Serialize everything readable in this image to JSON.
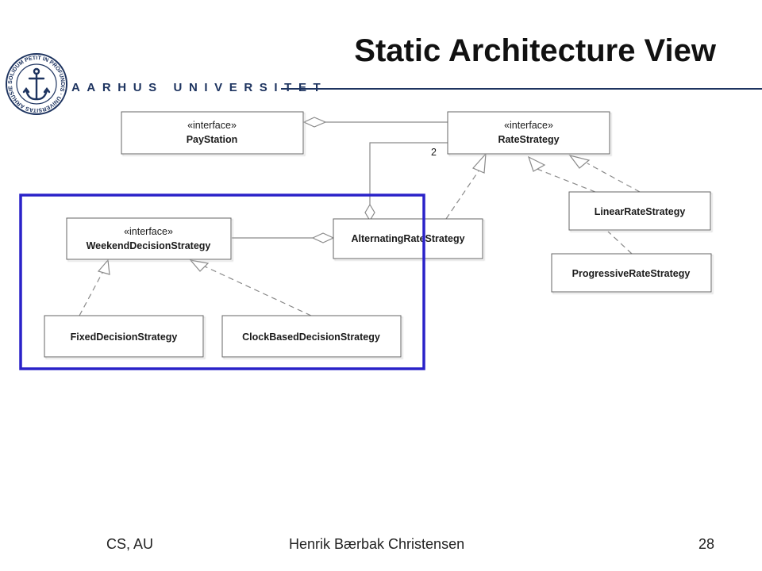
{
  "header": {
    "title": "Static Architecture View",
    "university": "AARHUS UNIVERSITET",
    "seal_text": "SOLIDUM PETIT IN PROFUNDIS · UNIVERSITAS ARHUSIENSIS"
  },
  "diagram": {
    "classes": {
      "paystation": {
        "stereotype": "«interface»",
        "name": "PayStation"
      },
      "ratestrategy": {
        "stereotype": "«interface»",
        "name": "RateStrategy"
      },
      "weekend": {
        "stereotype": "«interface»",
        "name": "WeekendDecisionStrategy"
      },
      "alternating": {
        "name": "AlternatingRateStrategy"
      },
      "linear": {
        "name": "LinearRateStrategy"
      },
      "progressive": {
        "name": "ProgressiveRateStrategy"
      },
      "fixed": {
        "name": "FixedDecisionStrategy"
      },
      "clock": {
        "name": "ClockBasedDecisionStrategy"
      }
    },
    "multiplicity": "2",
    "highlight_color": "#2a22c9"
  },
  "footer": {
    "left": "CS, AU",
    "center": "Henrik Bærbak Christensen",
    "page": "28"
  }
}
